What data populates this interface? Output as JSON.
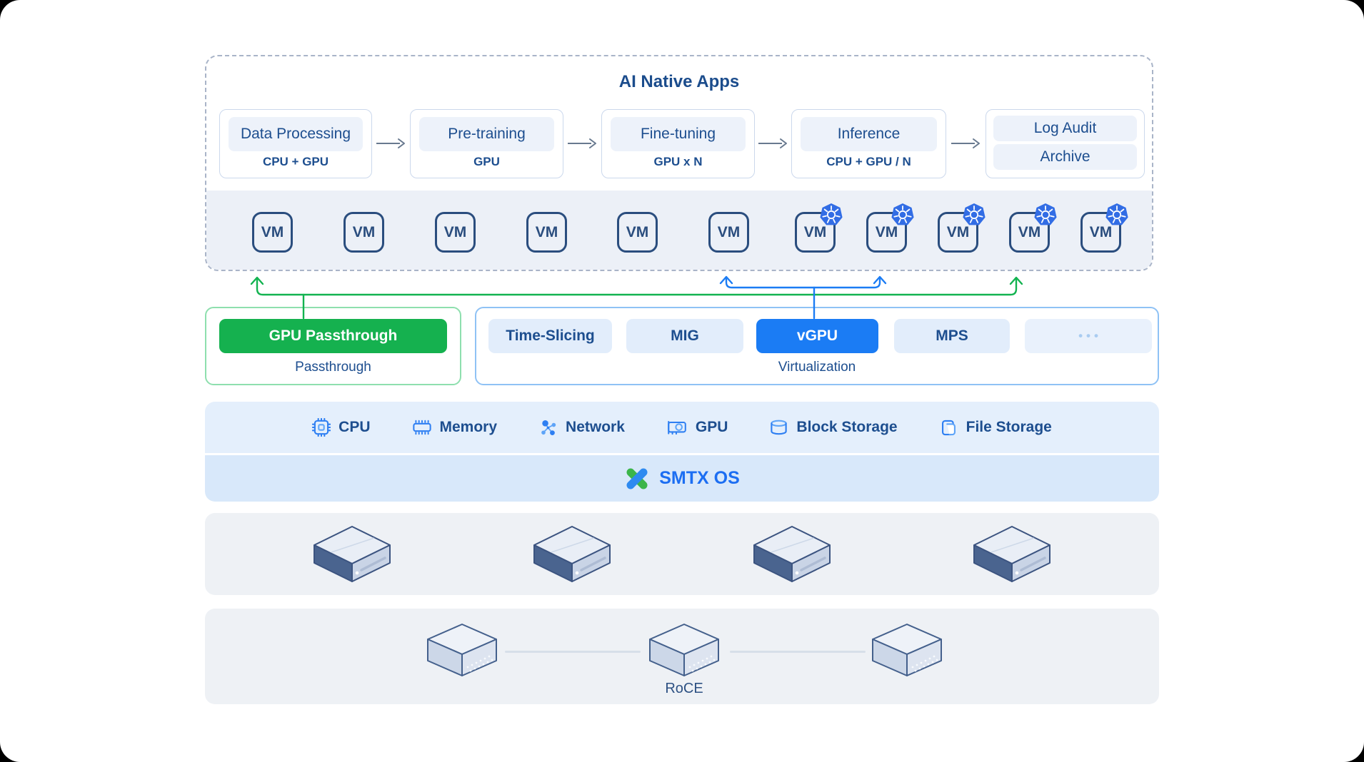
{
  "ai_apps": {
    "title": "AI Native Apps",
    "stages": [
      {
        "label": "Data Processing",
        "subtitle": "CPU + GPU"
      },
      {
        "label": "Pre-training",
        "subtitle": "GPU"
      },
      {
        "label": "Fine-tuning",
        "subtitle": "GPU x N"
      },
      {
        "label": "Inference",
        "subtitle": "CPU + GPU / N"
      }
    ],
    "final_stage": {
      "labels": [
        "Log Audit",
        "Archive"
      ]
    },
    "vm_label": "VM",
    "vm_plain_count": 6,
    "vm_kubernetes_count": 5
  },
  "gpu_passthrough": {
    "button_label": "GPU Passthrough",
    "group_label": "Passthrough"
  },
  "virtualization": {
    "group_label": "Virtualization",
    "options": [
      {
        "label": "Time-Slicing",
        "active": false
      },
      {
        "label": "MIG",
        "active": false
      },
      {
        "label": "vGPU",
        "active": true
      },
      {
        "label": "MPS",
        "active": false
      }
    ],
    "more_label": "•••"
  },
  "resources": {
    "items": [
      {
        "icon": "cpu-icon",
        "label": "CPU"
      },
      {
        "icon": "memory-icon",
        "label": "Memory"
      },
      {
        "icon": "network-icon",
        "label": "Network"
      },
      {
        "icon": "gpu-icon",
        "label": "GPU"
      },
      {
        "icon": "block-storage-icon",
        "label": "Block Storage"
      },
      {
        "icon": "file-storage-icon",
        "label": "File Storage"
      }
    ]
  },
  "os": {
    "name": "SMTX OS"
  },
  "hardware": {
    "server_count": 4
  },
  "network": {
    "label": "RoCE",
    "switch_count": 3
  },
  "colors": {
    "navy_text": "#1d4e8f",
    "accent_green": "#15b14f",
    "accent_blue": "#1b7cf4",
    "kubernetes_blue": "#326de5"
  }
}
